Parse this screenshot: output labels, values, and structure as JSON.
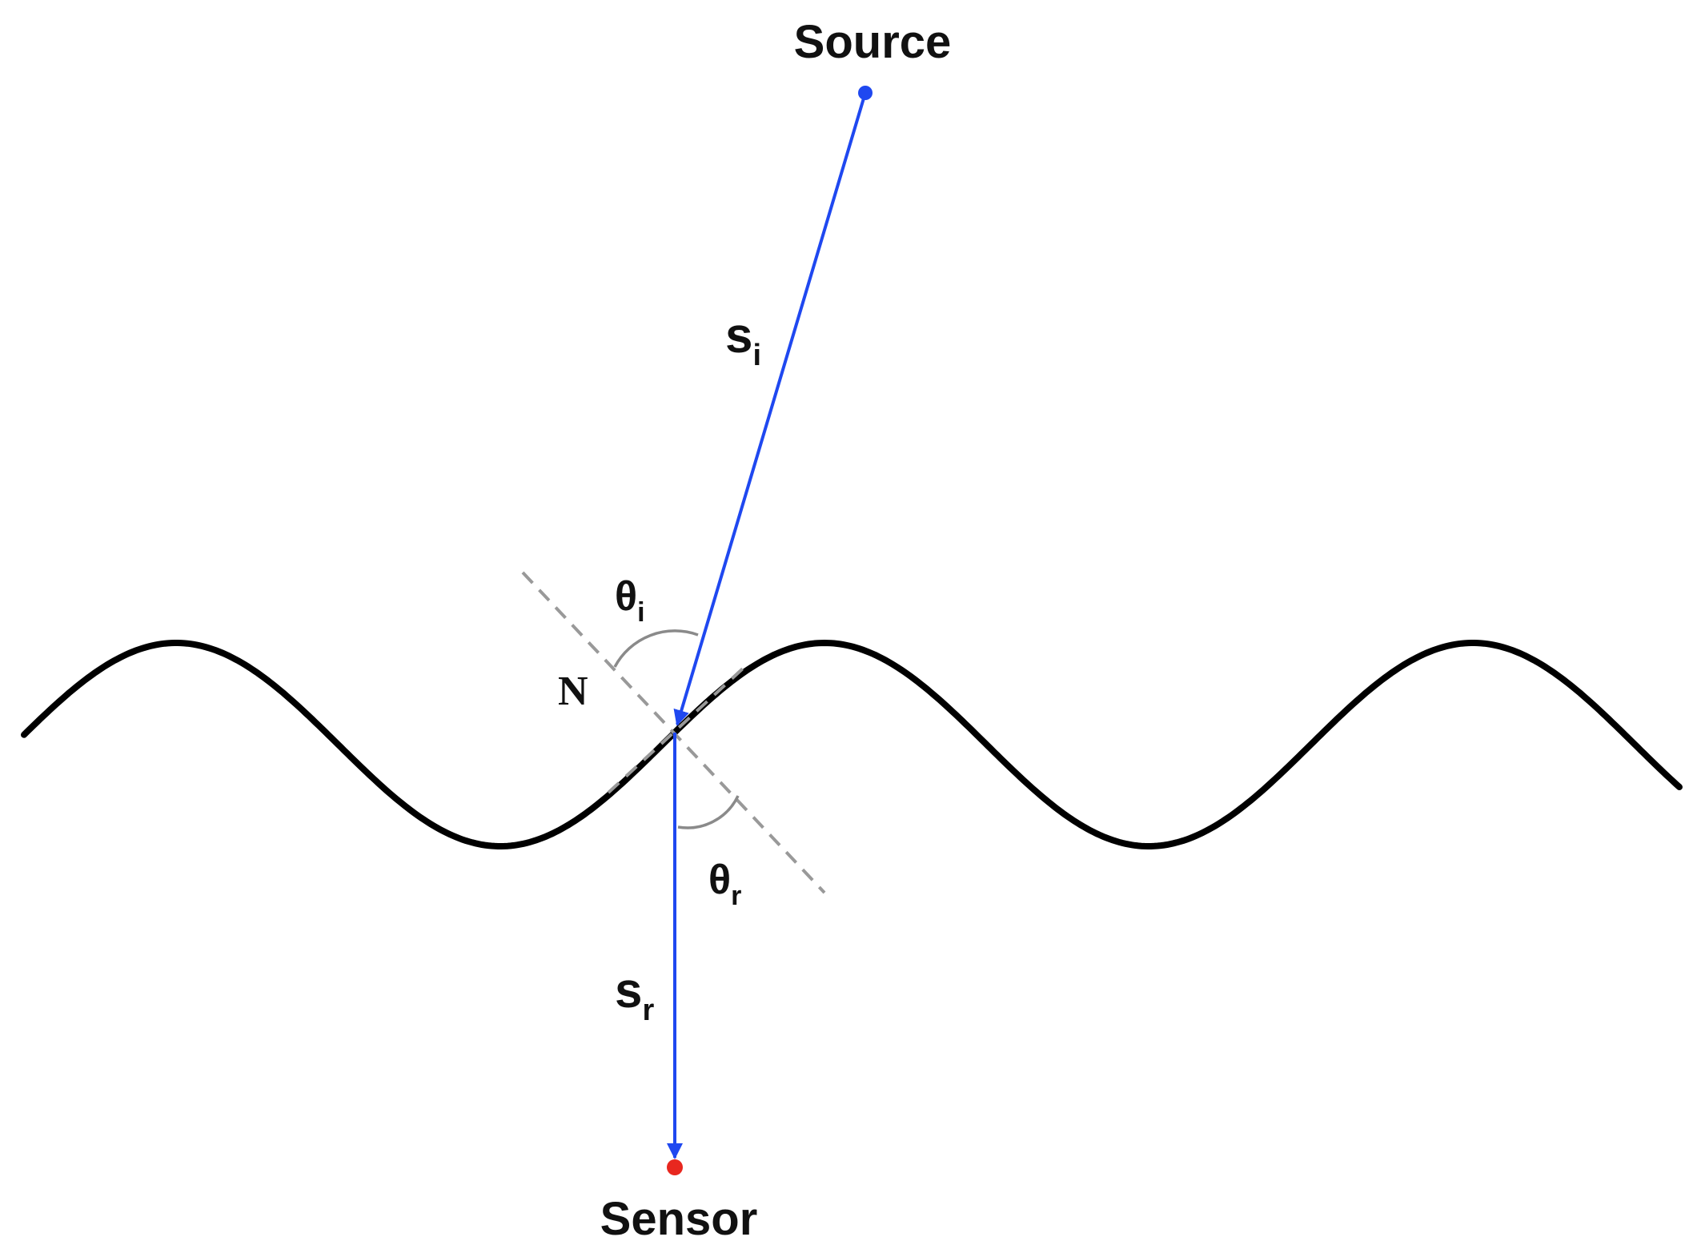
{
  "labels": {
    "source": "Source",
    "sensor": "Sensor",
    "incident_vector": {
      "base": "s",
      "sub": "i"
    },
    "reflected_vector": {
      "base": "s",
      "sub": "r"
    },
    "incident_angle": {
      "base": "θ",
      "sub": "i"
    },
    "reflected_angle": {
      "base": "θ",
      "sub": "r"
    },
    "normal": "N"
  },
  "colors": {
    "ray": "#1f48f0",
    "source_point": "#1f48f0",
    "sensor_point": "#e8271f",
    "surface": "#000000",
    "normal_line": "#999999",
    "angle_arc": "#8a8a8a"
  }
}
